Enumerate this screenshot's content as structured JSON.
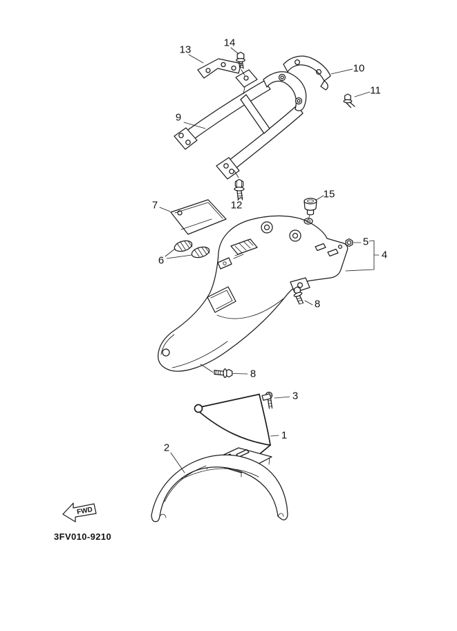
{
  "diagram": {
    "part_code": "3FV010-9210",
    "fwd_label": "FWD",
    "colors": {
      "line": "#1c1c1c",
      "background": "#ffffff"
    },
    "callouts": [
      {
        "label": "14"
      },
      {
        "label": "13"
      },
      {
        "label": "10"
      },
      {
        "label": "11"
      },
      {
        "label": "9"
      },
      {
        "label": "15"
      },
      {
        "label": "12"
      },
      {
        "label": "7"
      },
      {
        "label": "5"
      },
      {
        "label": "4"
      },
      {
        "label": "6"
      },
      {
        "label": "8"
      },
      {
        "label": "8"
      },
      {
        "label": "3"
      },
      {
        "label": "1"
      },
      {
        "label": "2"
      }
    ]
  }
}
